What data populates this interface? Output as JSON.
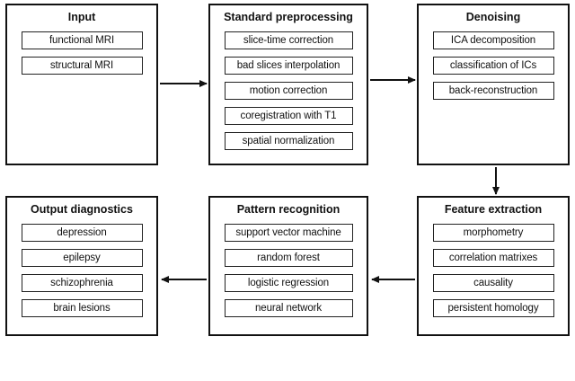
{
  "boxes": {
    "input": {
      "title": "Input",
      "items": [
        "functional MRI",
        "structural MRI"
      ]
    },
    "preprocessing": {
      "title": "Standard preprocessing",
      "items": [
        "slice-time correction",
        "bad slices interpolation",
        "motion correction",
        "coregistration with T1",
        "spatial normalization"
      ]
    },
    "denoising": {
      "title": "Denoising",
      "items": [
        "ICA decomposition",
        "classification of ICs",
        "back-reconstruction"
      ]
    },
    "feature_extraction": {
      "title": "Feature extraction",
      "items": [
        "morphometry",
        "correlation matrixes",
        "causality",
        "persistent homology"
      ]
    },
    "pattern_recognition": {
      "title": "Pattern recognition",
      "items": [
        "support vector machine",
        "random forest",
        "logistic regression",
        "neural network"
      ]
    },
    "output_diagnostics": {
      "title": "Output diagnostics",
      "items": [
        "depression",
        "epilepsy",
        "schizophrenia",
        "brain lesions"
      ]
    }
  }
}
